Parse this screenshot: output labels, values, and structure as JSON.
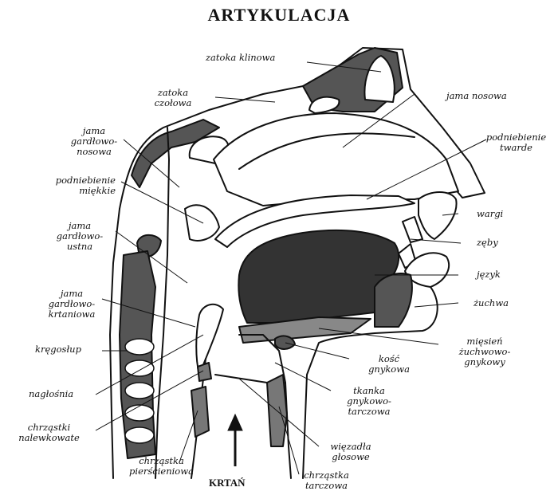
{
  "title": "ARTYKULACJA",
  "labels": {
    "zatoka_klinowa": "zatoka klinowa",
    "zatoka_czolowa_1": "zatoka",
    "zatoka_czolowa_2": "czołowa",
    "jama_nosowa": "jama nosowa",
    "jama_gardlowo_nosowa_1": "jama",
    "jama_gardlowo_nosowa_2": "gardłowo-",
    "jama_gardlowo_nosowa_3": "nosowa",
    "podniebienie_twarde_1": "podniebienie",
    "podniebienie_twarde_2": "twarde",
    "podniebienie_miekkie_1": "podniebienie",
    "podniebienie_miekkie_2": "miękkie",
    "wargi": "wargi",
    "zeby": "zęby",
    "jama_gardlowo_ustna_1": "jama",
    "jama_gardlowo_ustna_2": "gardłowo-",
    "jama_gardlowo_ustna_3": "ustna",
    "jezyk": "język",
    "zuchwa": "żuchwa",
    "jama_gardlowo_krtaniowa_1": "jama",
    "jama_gardlowo_krtaniowa_2": "gardłowo-",
    "jama_gardlowo_krtaniowa_3": "krtaniowa",
    "kregoslup": "kręgosłup",
    "miesien_1": "mięsień",
    "miesien_2": "żuchwowo-",
    "miesien_3": "gnykowy",
    "kosc_gnykowa_1": "kość",
    "kosc_gnykowa_2": "gnykowa",
    "naglosnia": "nagłośnia",
    "tkanka_1": "tkanka",
    "tkanka_2": "gnykowo-",
    "tkanka_3": "tarczowa",
    "chrzastki_1": "chrząstki",
    "chrzastki_2": "nalewkowate",
    "wiezadla_1": "więzadła",
    "wiezadla_2": "głosowe",
    "chrzastka_pierscieniowa_1": "chrząstka",
    "chrzastka_pierscieniowa_2": "pierścieniowa",
    "chrzastka_tarczowa_1": "chrząstka",
    "chrzastka_tarczowa_2": "tarczowa",
    "krtan": "KRTAŃ"
  }
}
